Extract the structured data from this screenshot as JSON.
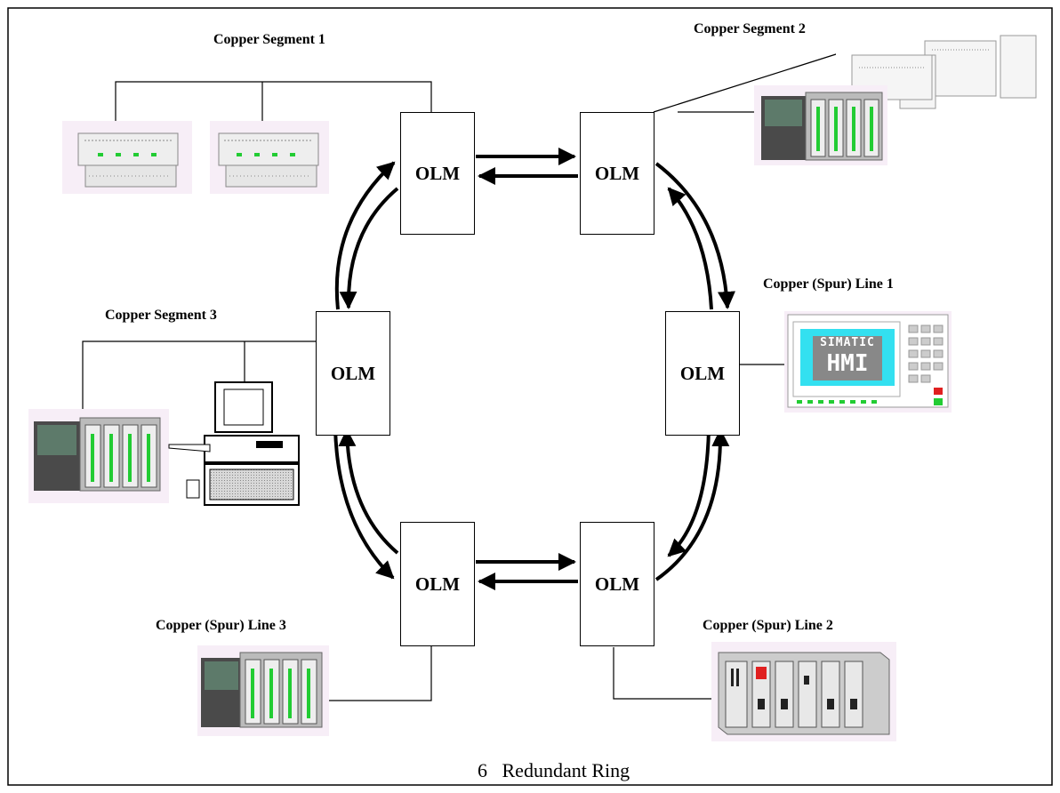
{
  "olm_label": "OLM",
  "segments": {
    "copper_segment_1": "Copper Segment 1",
    "copper_segment_2": "Copper Segment 2",
    "copper_segment_3": "Copper Segment 3",
    "spur_line_1": "Copper (Spur) Line 1",
    "spur_line_2": "Copper (Spur) Line 2",
    "spur_line_3": "Copper (Spur) Line 3"
  },
  "hmi_panel": {
    "line1": "SIMATIC",
    "line2": "HMI"
  },
  "caption": {
    "number": "6",
    "title": "Redundant Ring"
  },
  "colors": {
    "device_bg": "#f7eef7",
    "led_green": "#22cc33",
    "hmi_cyan": "#33e0f0",
    "status_red": "#e02020",
    "device_gray": "#a0a0a0"
  }
}
